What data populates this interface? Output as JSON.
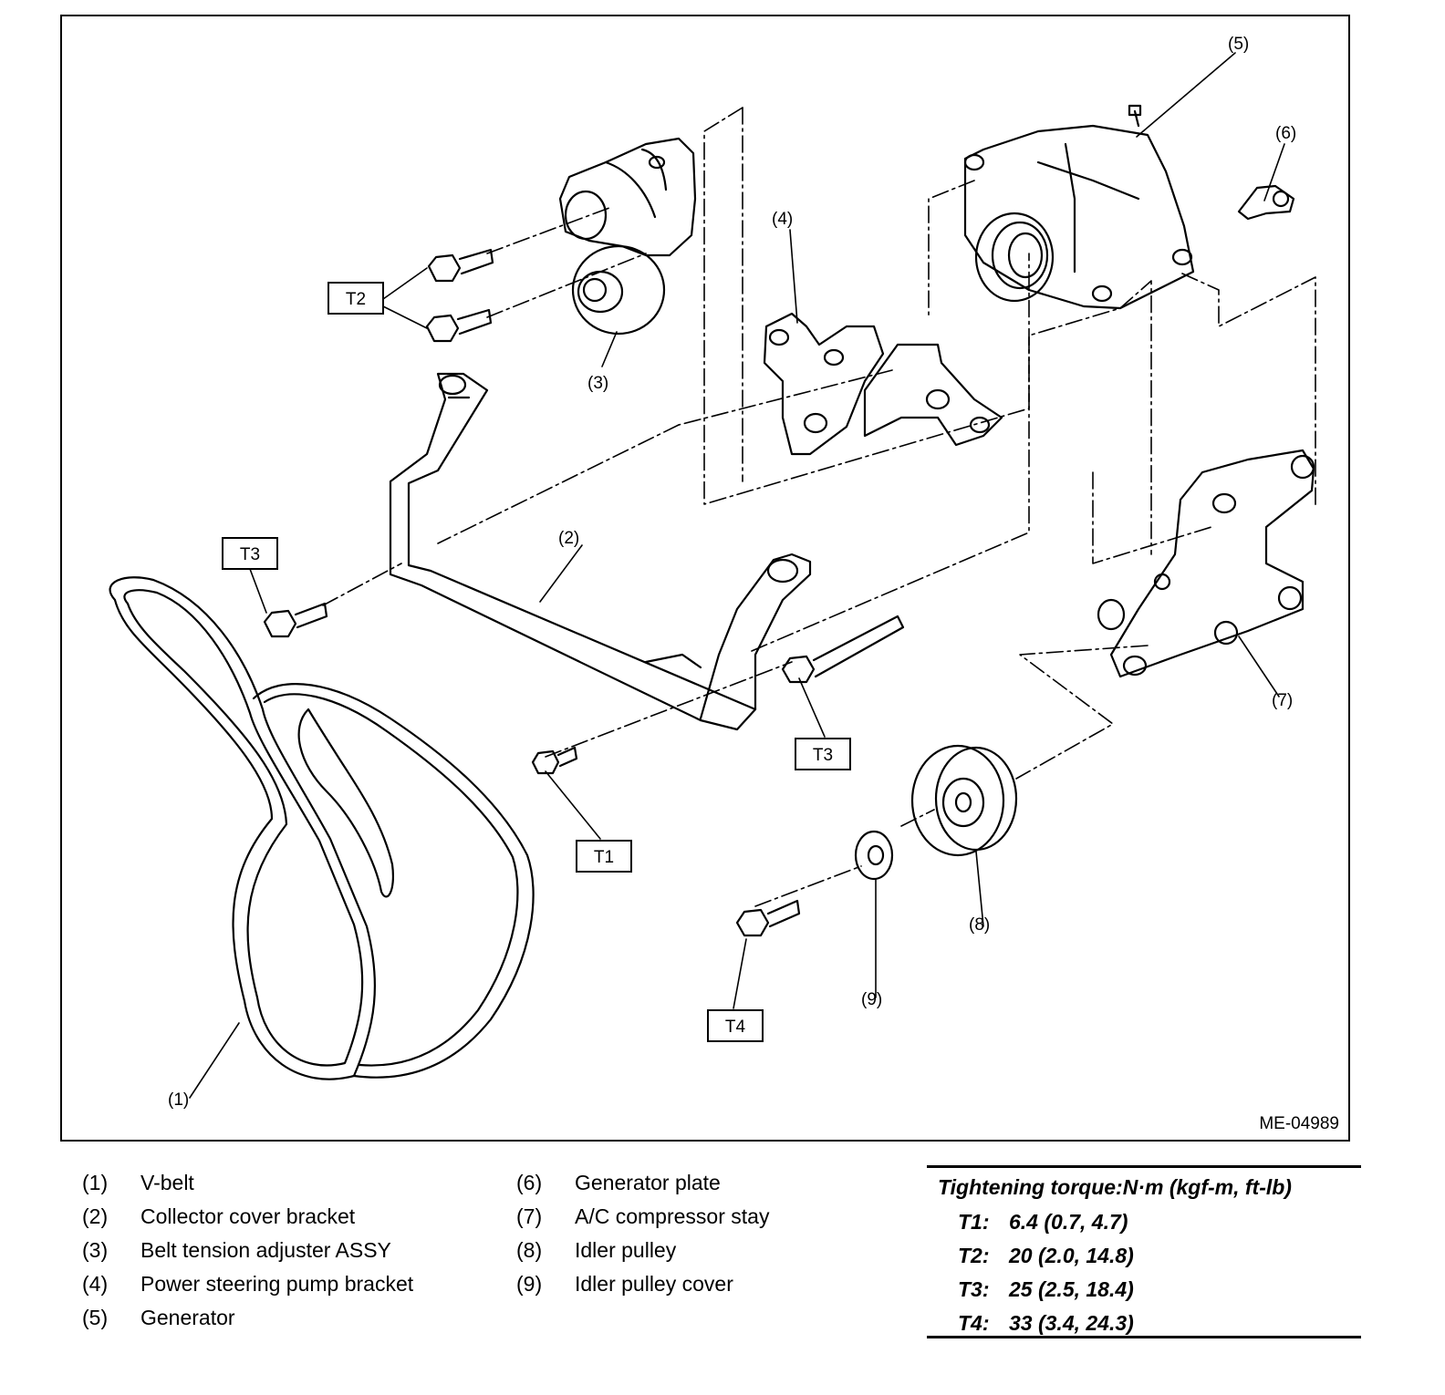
{
  "figure": {
    "id": "ME-04989",
    "callouts": [
      "(1)",
      "(2)",
      "(3)",
      "(4)",
      "(5)",
      "(6)",
      "(7)",
      "(8)",
      "(9)"
    ],
    "torque_tags": [
      "T1",
      "T2",
      "T3",
      "T4"
    ]
  },
  "legend": {
    "items": [
      {
        "num": "(1)",
        "name": "V-belt"
      },
      {
        "num": "(2)",
        "name": "Collector cover bracket"
      },
      {
        "num": "(3)",
        "name": "Belt tension adjuster ASSY"
      },
      {
        "num": "(4)",
        "name": "Power steering pump bracket"
      },
      {
        "num": "(5)",
        "name": "Generator"
      },
      {
        "num": "(6)",
        "name": "Generator plate"
      },
      {
        "num": "(7)",
        "name": "A/C compressor stay"
      },
      {
        "num": "(8)",
        "name": "Idler pulley"
      },
      {
        "num": "(9)",
        "name": "Idler pulley cover"
      }
    ]
  },
  "torque": {
    "title": "Tightening torque:N·m (kgf-m, ft-lb)",
    "rows": [
      {
        "code": "T1:",
        "value": "6.4 (0.7, 4.7)"
      },
      {
        "code": "T2:",
        "value": "20 (2.0, 14.8)"
      },
      {
        "code": "T3:",
        "value": "25 (2.5, 18.4)"
      },
      {
        "code": "T4:",
        "value": "33 (3.4, 24.3)"
      }
    ]
  }
}
